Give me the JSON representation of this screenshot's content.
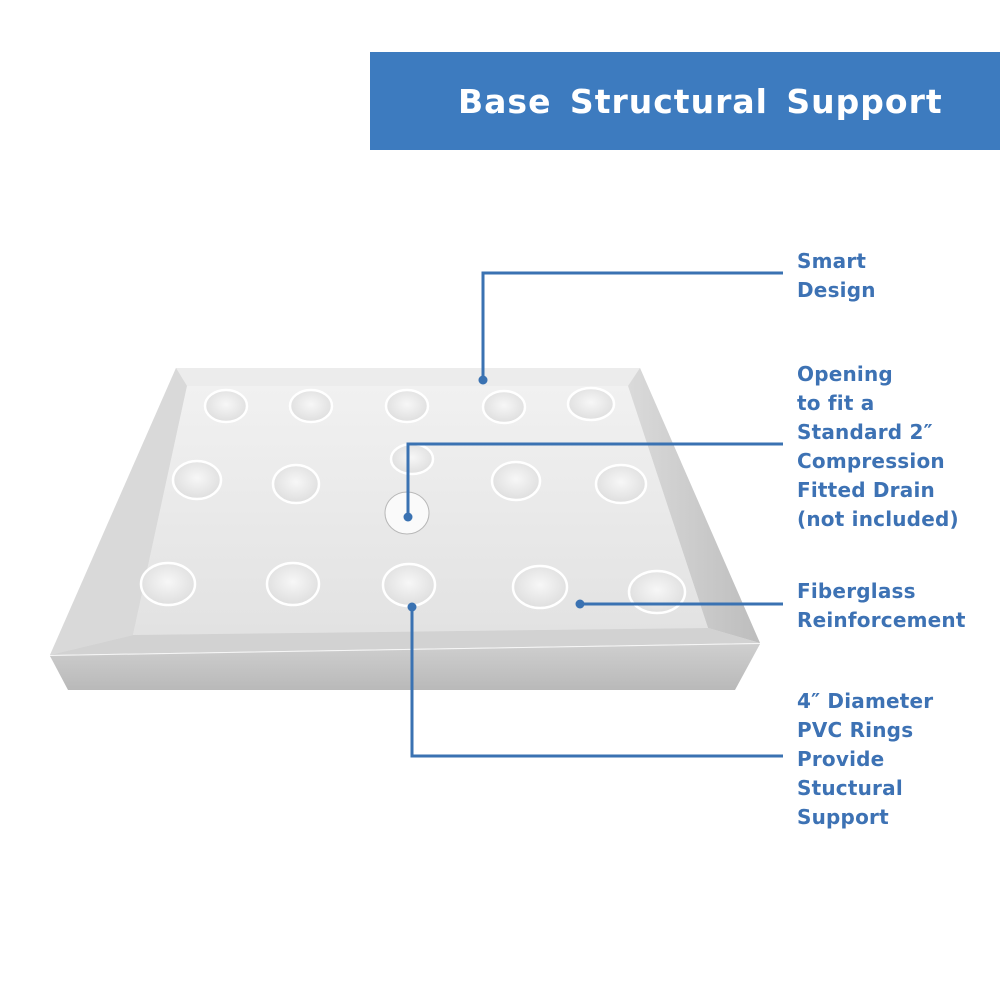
{
  "banner": {
    "title": "Base Structural Support",
    "background_color": "#3d7bbf",
    "text_color": "#ffffff"
  },
  "product": {
    "name": "shower-base-tray",
    "ring_rows": 3,
    "rings_per_row": [
      5,
      5,
      5
    ],
    "drain": "center"
  },
  "callouts": [
    {
      "id": "smart-design",
      "label": "Smart\nDesign",
      "anchor": "tray-back-wall"
    },
    {
      "id": "drain-opening",
      "label": "Opening\nto fit a\nStandard 2″\nCompression\nFitted Drain\n(not included)",
      "anchor": "drain-hole"
    },
    {
      "id": "fiberglass",
      "label": "Fiberglass\nReinforcement",
      "anchor": "tray-floor"
    },
    {
      "id": "pvc-rings",
      "label": "4″ Diameter\nPVC Rings\nProvide\nStuctural\nSupport",
      "anchor": "pvc-ring"
    }
  ],
  "colors": {
    "callout_line": "#3a72b2",
    "label_text": "#3d72b4"
  }
}
